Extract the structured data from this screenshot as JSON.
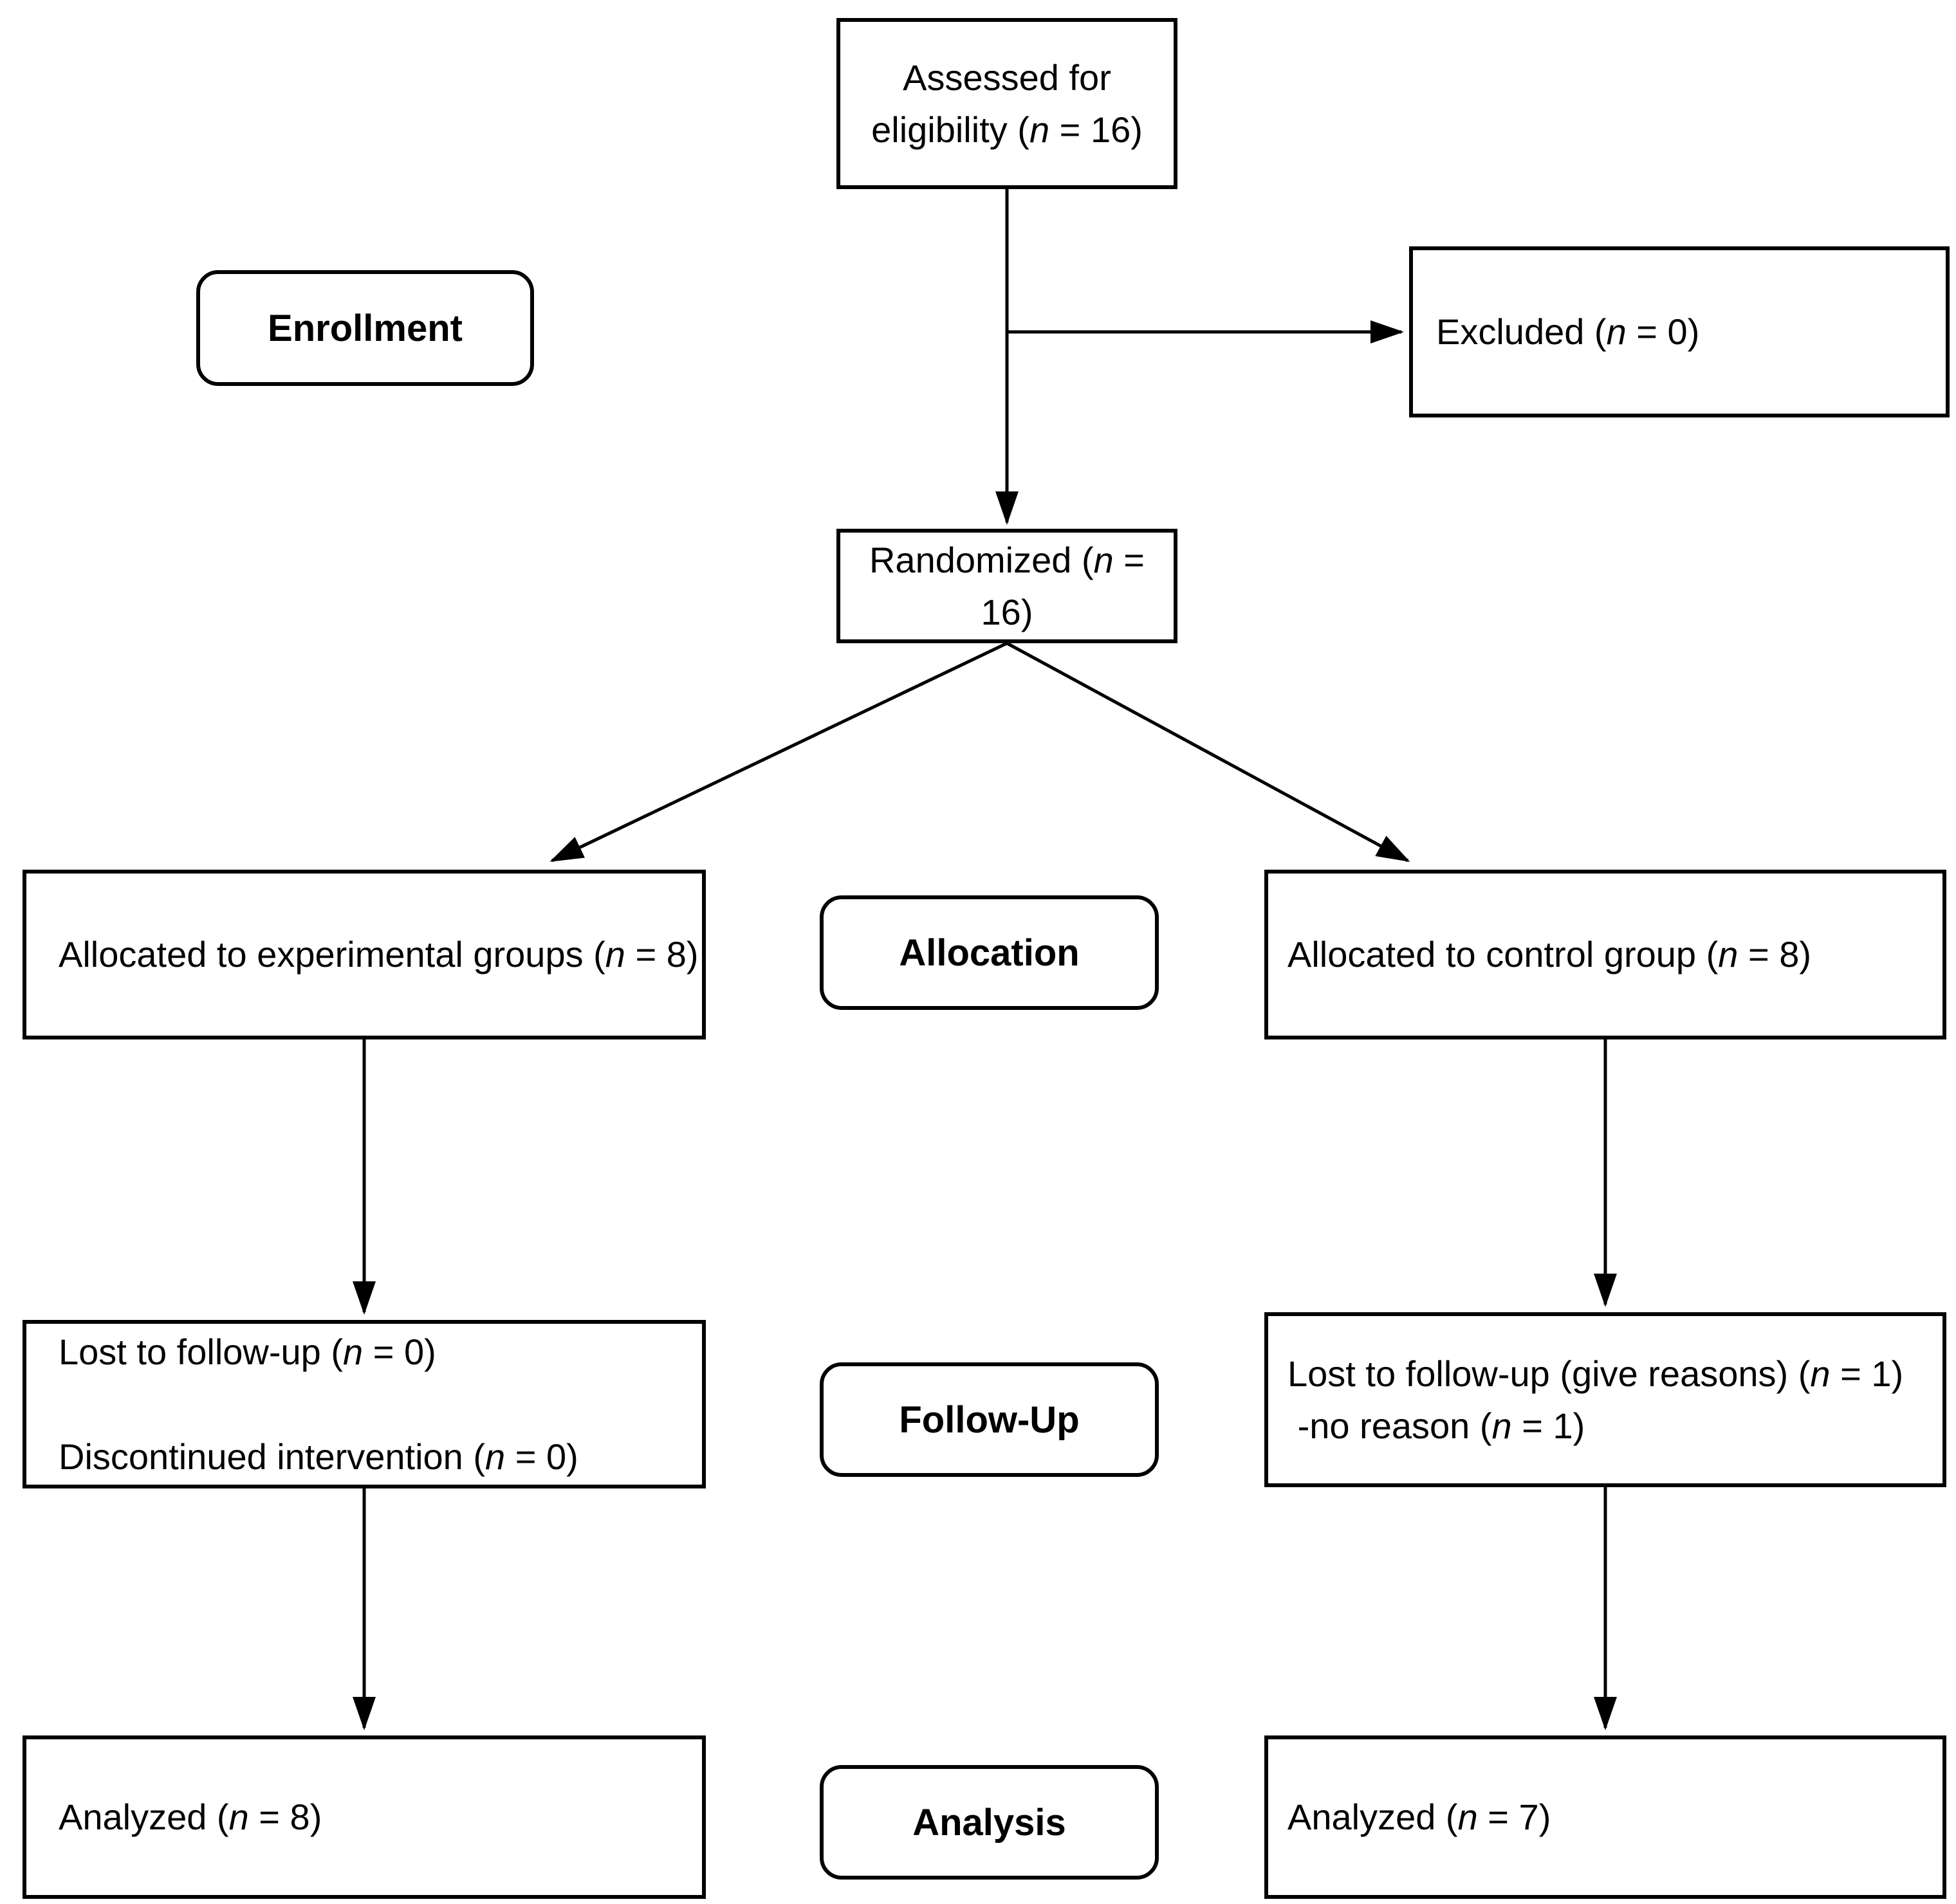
{
  "colors": {
    "stroke": "#000000",
    "background": "#ffffff",
    "text": "#000000"
  },
  "diagram": {
    "type": "consort-flow",
    "stage_labels": {
      "enrollment": "Enrollment",
      "allocation": "Allocation",
      "followup": "Follow-Up",
      "analysis": "Analysis"
    },
    "boxes": {
      "assessed": {
        "lines": [
          [
            {
              "t": "Assessed for"
            }
          ],
          [
            {
              "t": "eligibility ("
            },
            {
              "t": "n",
              "i": true
            },
            {
              "t": " = 16)"
            }
          ]
        ]
      },
      "excluded": {
        "lines": [
          [
            {
              "t": "Excluded ("
            },
            {
              "t": "n",
              "i": true
            },
            {
              "t": " = 0)"
            }
          ]
        ]
      },
      "randomized": {
        "lines": [
          [
            {
              "t": "Randomized ("
            },
            {
              "t": "n",
              "i": true
            },
            {
              "t": " = 16)"
            }
          ]
        ]
      },
      "allocated_experimental": {
        "lines": [
          [
            {
              "t": "Allocated to experimental groups ("
            },
            {
              "t": "n",
              "i": true
            },
            {
              "t": " = 8)"
            }
          ]
        ]
      },
      "allocated_control": {
        "lines": [
          [
            {
              "t": "Allocated to control group ("
            },
            {
              "t": "n",
              "i": true
            },
            {
              "t": " = 8)"
            }
          ]
        ]
      },
      "followup_experimental": {
        "lines": [
          [
            {
              "t": "Lost to follow-up ("
            },
            {
              "t": "n",
              "i": true
            },
            {
              "t": " = 0)"
            }
          ],
          [],
          [
            {
              "t": "Discontinued intervention ("
            },
            {
              "t": "n",
              "i": true
            },
            {
              "t": " = 0)"
            }
          ]
        ]
      },
      "followup_control": {
        "lines": [
          [
            {
              "t": "Lost to follow-up (give reasons) ("
            },
            {
              "t": "n",
              "i": true
            },
            {
              "t": " = 1)"
            }
          ],
          [
            {
              "t": " -no reason ("
            },
            {
              "t": "n",
              "i": true
            },
            {
              "t": " = 1)"
            }
          ]
        ]
      },
      "analyzed_experimental": {
        "lines": [
          [
            {
              "t": "Analyzed ("
            },
            {
              "t": "n",
              "i": true
            },
            {
              "t": " = 8)"
            }
          ]
        ]
      },
      "analyzed_control": {
        "lines": [
          [
            {
              "t": "Analyzed ("
            },
            {
              "t": "n",
              "i": true
            },
            {
              "t": " = 7)"
            }
          ]
        ]
      }
    }
  }
}
